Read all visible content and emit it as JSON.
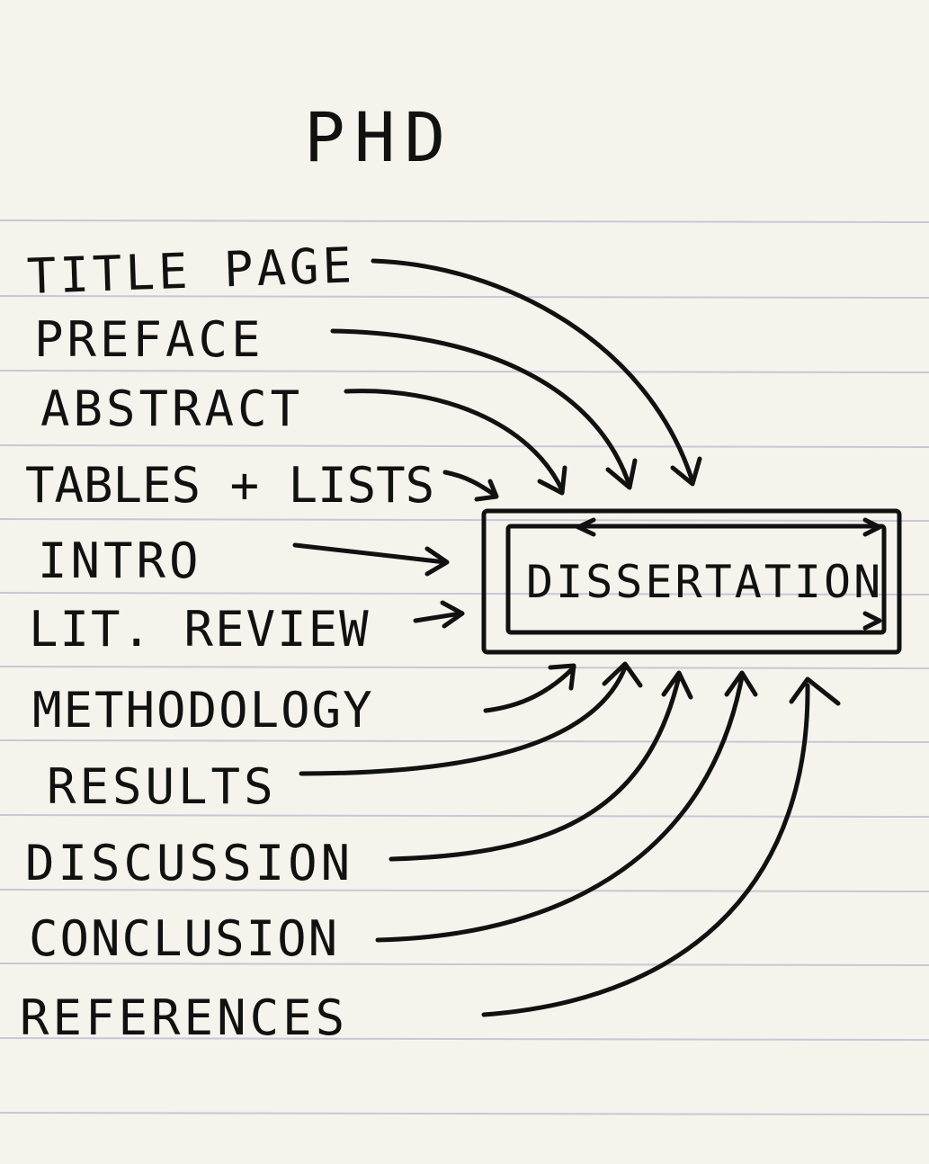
{
  "title": "PHD",
  "items": [
    "TITLE PAGE",
    "PREFACE",
    "ABSTRACT",
    "TABLES + LISTS",
    "INTRO",
    "LIT. REVIEW",
    "METHODOLOGY",
    "RESULTS",
    "DISCUSSION",
    "CONCLUSION",
    "REFERENCES"
  ],
  "target": "DISSERTATION",
  "colors": {
    "paper": "#f5f3ec",
    "ink": "#111111",
    "rule": "#c9c6d6"
  }
}
